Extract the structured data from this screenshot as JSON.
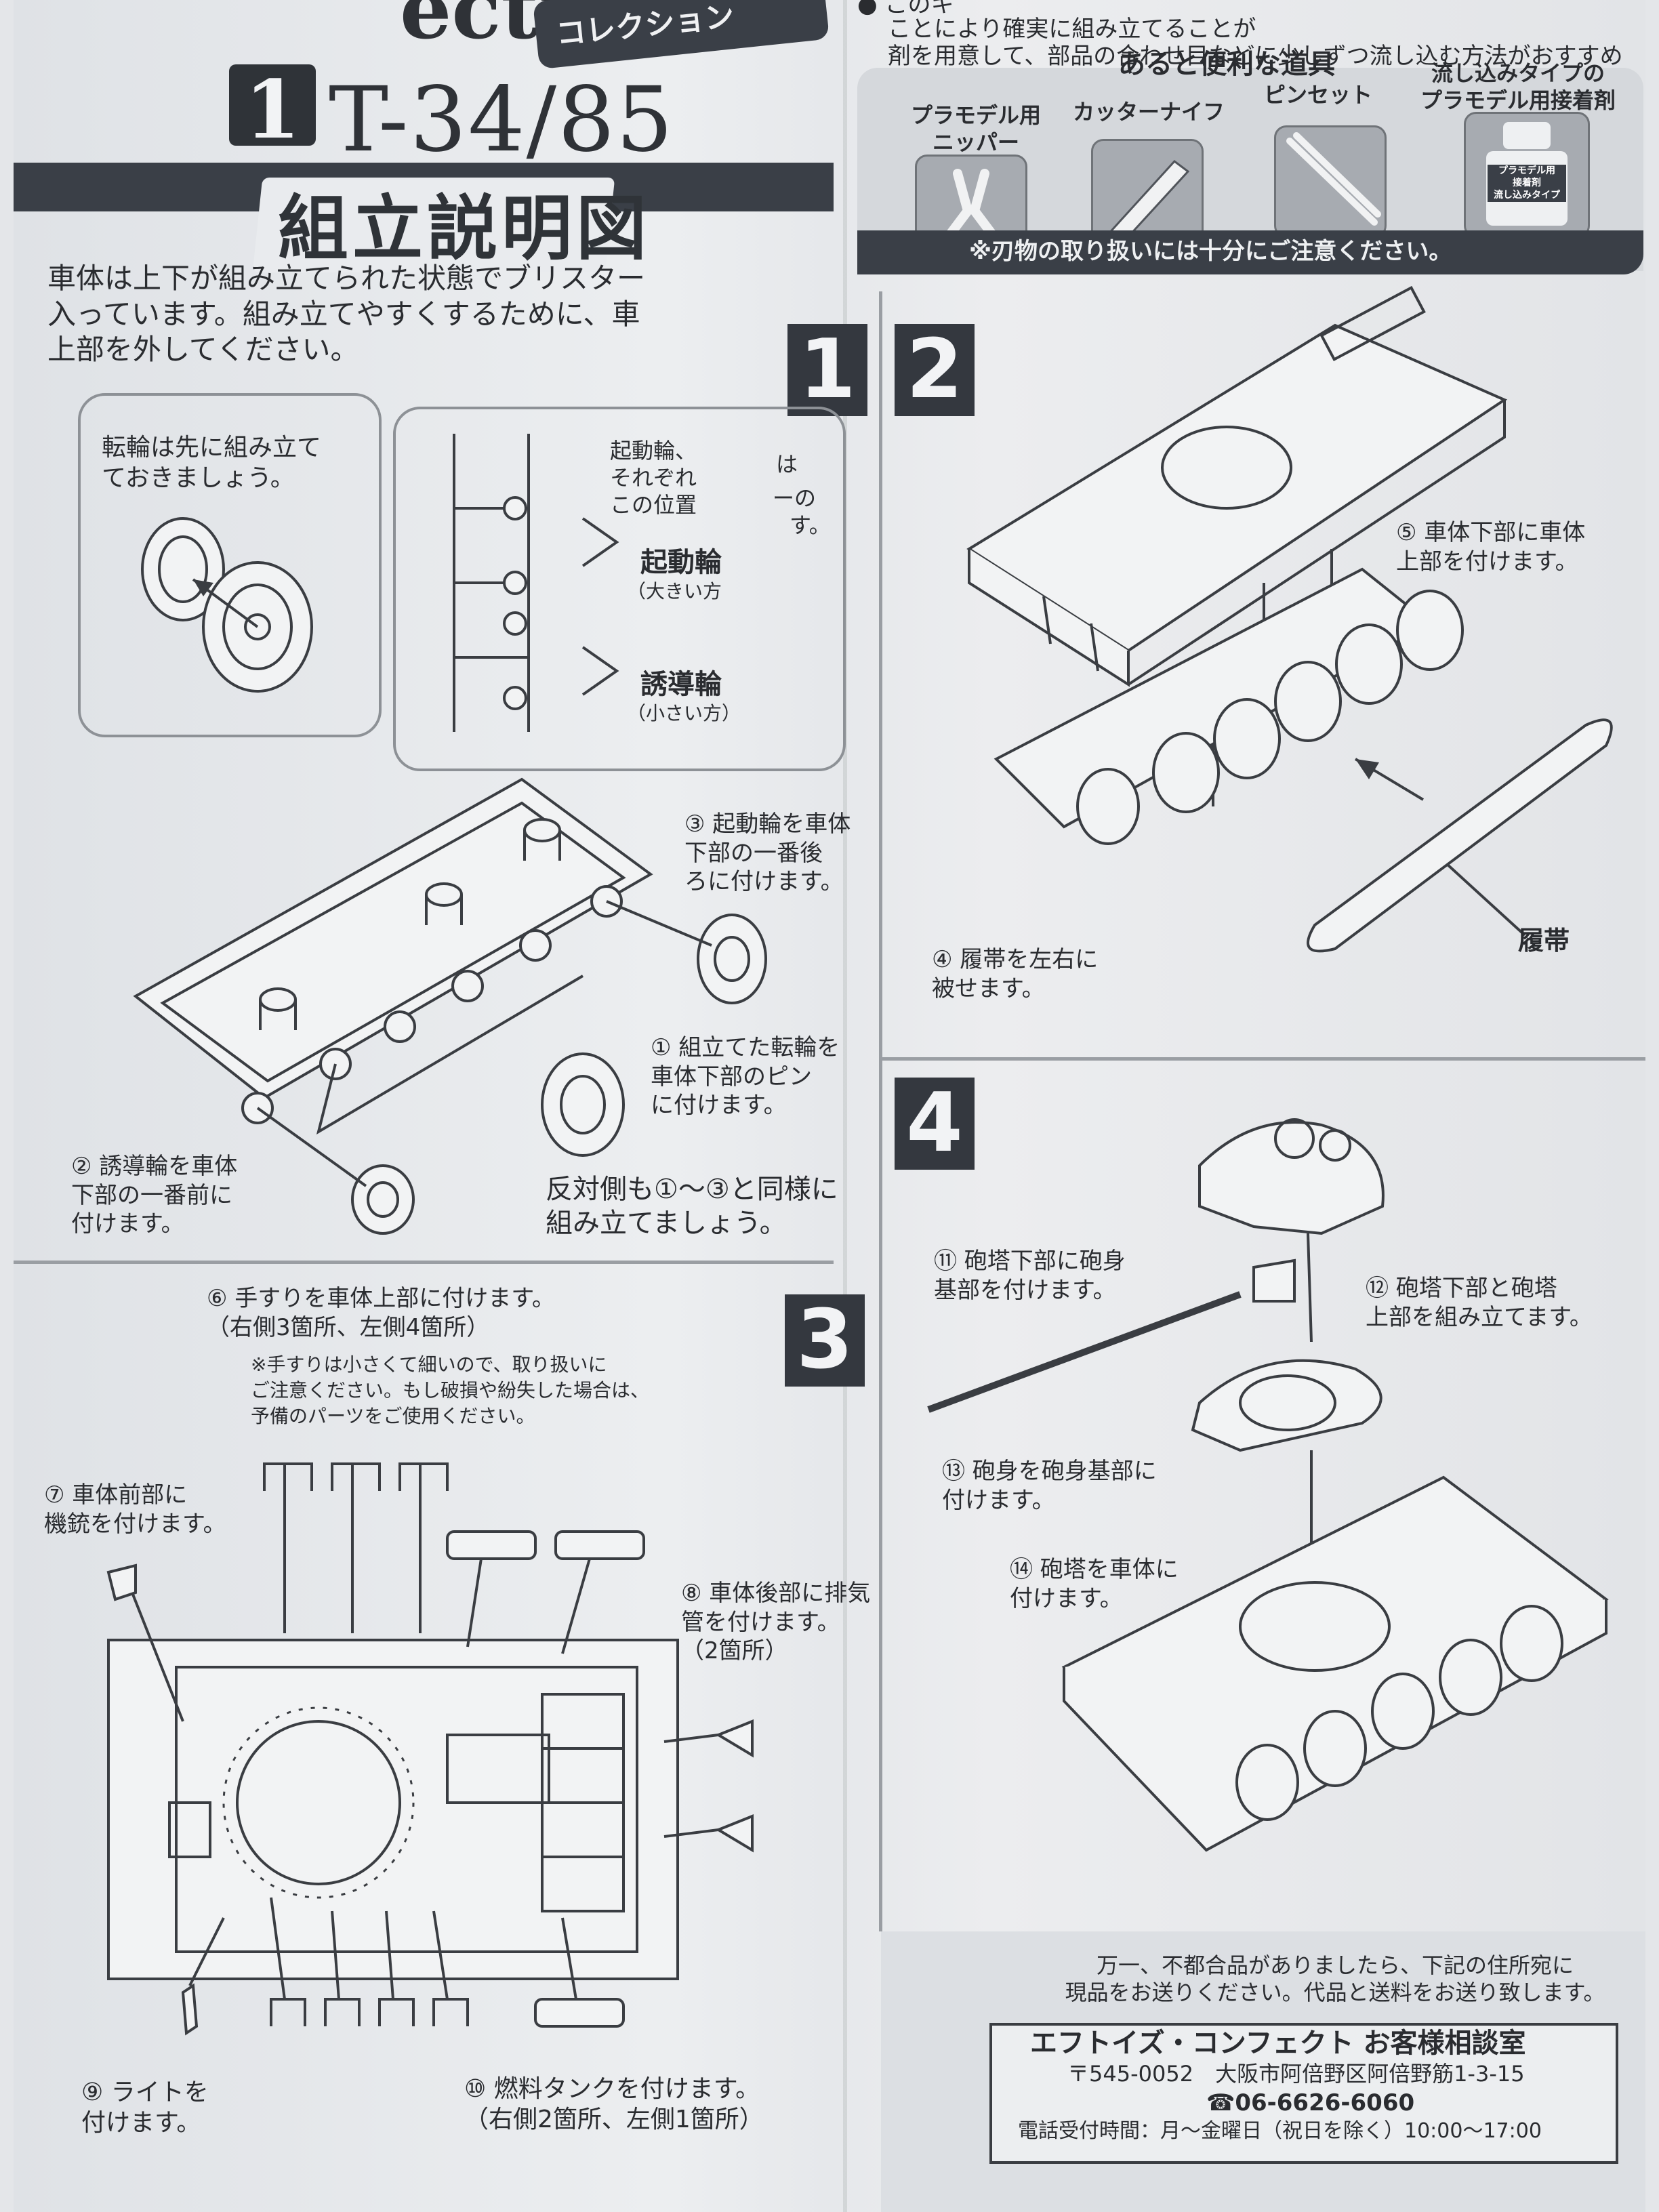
{
  "header": {
    "brand_partial": "ection",
    "series_partial": "コレクション",
    "model_number": "1",
    "model_name": "T-34/85",
    "band_title": "組立説明図",
    "top_notes": [
      "このキ",
      "ことにより確実に組み立てることが",
      "剤を用意して、部品の合わせ目などに少しずつ流し込む方法がおすすめです。"
    ]
  },
  "intro": "車体は上下が組み立てられた状態でブリスター\n入っています。組み立てやすくするために、車\n上部を外してください。",
  "tools": {
    "title": "あると便利な道具",
    "items": [
      {
        "label": "プラモデル用\nニッパー",
        "icon": "nipper-icon"
      },
      {
        "label": "カッターナイフ",
        "icon": "cutter-knife-icon"
      },
      {
        "label": "ピンセット",
        "icon": "tweezers-icon"
      },
      {
        "label": "流し込みタイプの\nプラモデル用接着剤",
        "icon": "cement-bottle-icon",
        "bottle_text": "プラモデル用\n接着剤\n流し込みタイプ"
      }
    ],
    "caution": "※刃物の取り扱いには十分にご注意ください。"
  },
  "step1": {
    "number": "1",
    "wheel_note": "転輪は先に組み立て\nておきましょう。",
    "sprue_note": "起動輪、\nそれぞれ\nこの位置",
    "sprue_note_tail1": "は",
    "sprue_note_tail2": "ーの",
    "sprue_note_tail3": "す。",
    "drive_wheel": "起動輪",
    "drive_wheel_sub": "（大きい方",
    "idler_wheel": "誘導輪",
    "idler_wheel_sub": "（小さい方）",
    "instr_3": "③ 起動輪を車体\n下部の一番後\nろに付けます。",
    "instr_1": "① 組立てた転輪を\n車体下部のピン\nに付けます。",
    "instr_2": "② 誘導輪を車体\n下部の一番前に\n付けます。",
    "other_side": "反対側も①～③と同様に\n組み立てましょう。"
  },
  "step2": {
    "number": "2",
    "instr_5": "⑤ 車体下部に車体\n上部を付けます。",
    "instr_4": "④ 履帯を左右に\n被せます。",
    "track_label": "履帯"
  },
  "step3": {
    "number": "3",
    "instr_6": "⑥ 手すりを車体上部に付けます。\n（右側3箇所、左側4箇所）",
    "note": "※手すりは小さくて細いので、取り扱いに\nご注意ください。もし破損や紛失した場合は、\n予備のパーツをご使用ください。",
    "instr_7": "⑦ 車体前部に\n機銃を付けます。",
    "instr_8": "⑧ 車体後部に排気\n管を付けます。\n（2箇所）",
    "instr_9": "⑨ ライトを\n付けます。",
    "instr_10": "⑩ 燃料タンクを付けます。\n（右側2箇所、左側1箇所）"
  },
  "step4": {
    "number": "4",
    "instr_11": "⑪ 砲塔下部に砲身\n基部を付けます。",
    "instr_12": "⑫ 砲塔下部と砲塔\n上部を組み立てます。",
    "instr_13": "⑬ 砲身を砲身基部に\n付けます。",
    "instr_14": "⑭ 砲塔を車体に\n付けます。"
  },
  "footer": {
    "notice": "万一、不都合品がありましたら、下記の住所宛に\n現品をお送りください。代品と送料をお送り致します。",
    "company": "エフトイズ・コンフェクト お客様相談室",
    "address": "〒545-0052　大阪市阿倍野区阿倍野筋1-3-15",
    "phone": "☎06-6626-6060",
    "hours": "電話受付時間：月～金曜日（祝日を除く）10:00～17:00"
  },
  "colors": {
    "ink": "#2a2c30",
    "band": "#3a3f47",
    "paper": "#eceef0",
    "panel_border": "#8d9196"
  }
}
